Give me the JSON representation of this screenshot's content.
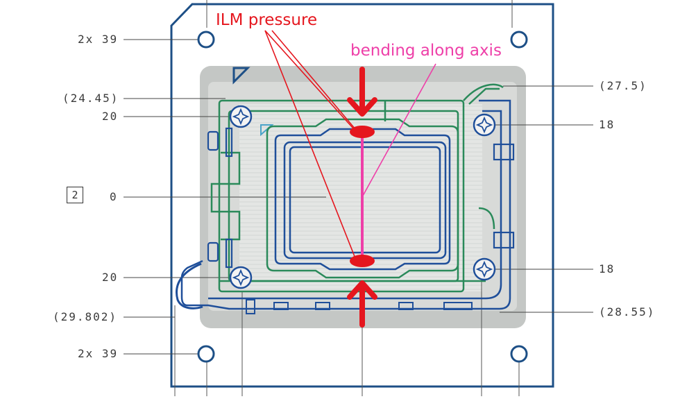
{
  "annotations": {
    "ilm_pressure": "ILM pressure",
    "bending": "bending along axis"
  },
  "dimensions_left": {
    "top_hole": "2x 39",
    "upper_offset": "(24.45)",
    "upper_screw": "20",
    "center": "0",
    "lower_screw": "20",
    "lower_offset": "(29.802)",
    "bottom_hole": "2x 39"
  },
  "dimensions_right": {
    "upper_offset": "(27.5)",
    "upper_screw": "18",
    "lower_screw": "18",
    "lower_offset": "(28.55)"
  },
  "datum_label": "2",
  "colors": {
    "outline": "#1d4f86",
    "socket_green": "#2a8a5a",
    "socket_blue": "#1f4f9a",
    "pressure_red": "#e5161e",
    "bending_pink": "#ee3fa8",
    "leader": "#333333"
  }
}
